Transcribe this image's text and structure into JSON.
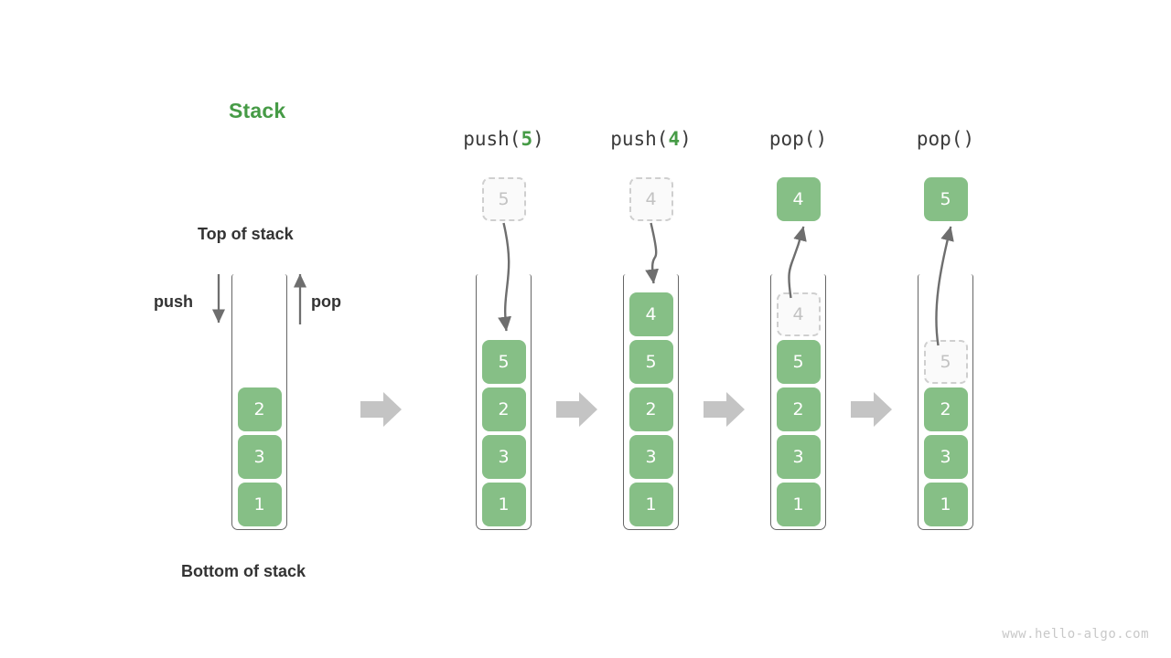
{
  "diagram": {
    "title": "Stack",
    "top_label": "Top of stack",
    "bottom_label": "Bottom of stack",
    "push_arrow_label": "push",
    "pop_arrow_label": "pop",
    "watermark": "www.hello-algo.com",
    "colors": {
      "accent_green": "#469b46",
      "cell_green": "#86bf86",
      "ghost_border": "#cfcfcf",
      "ghost_text": "#c2c2c2",
      "container_stroke": "#666666",
      "arrow_grey": "#6e6e6e",
      "big_arrow_grey": "#c4c4c4",
      "text_dark": "#333333",
      "watermark_grey": "#c8c8c8"
    }
  },
  "steps": [
    {
      "id": "initial",
      "op_prefix": "",
      "op_value": "",
      "op_suffix": "",
      "stack": [
        "2",
        "3",
        "1"
      ],
      "ghost_in_stack": null,
      "floating": null,
      "floating_kind": null
    },
    {
      "id": "push-5",
      "op_prefix": "push(",
      "op_value": "5",
      "op_suffix": ")",
      "stack": [
        "5",
        "2",
        "3",
        "1"
      ],
      "ghost_in_stack": null,
      "floating": "5",
      "floating_kind": "ghost"
    },
    {
      "id": "push-4",
      "op_prefix": "push(",
      "op_value": "4",
      "op_suffix": ")",
      "stack": [
        "4",
        "5",
        "2",
        "3",
        "1"
      ],
      "ghost_in_stack": null,
      "floating": "4",
      "floating_kind": "ghost"
    },
    {
      "id": "pop-1",
      "op_prefix": "pop(",
      "op_value": "",
      "op_suffix": ")",
      "stack": [
        "5",
        "2",
        "3",
        "1"
      ],
      "ghost_in_stack": "4",
      "floating": "4",
      "floating_kind": "solid"
    },
    {
      "id": "pop-2",
      "op_prefix": "pop(",
      "op_value": "",
      "op_suffix": ")",
      "stack": [
        "2",
        "3",
        "1"
      ],
      "ghost_in_stack": "5",
      "floating": "5",
      "floating_kind": "solid"
    }
  ],
  "transitions": [
    "next-step-arrow",
    "next-step-arrow",
    "next-step-arrow",
    "next-step-arrow"
  ]
}
